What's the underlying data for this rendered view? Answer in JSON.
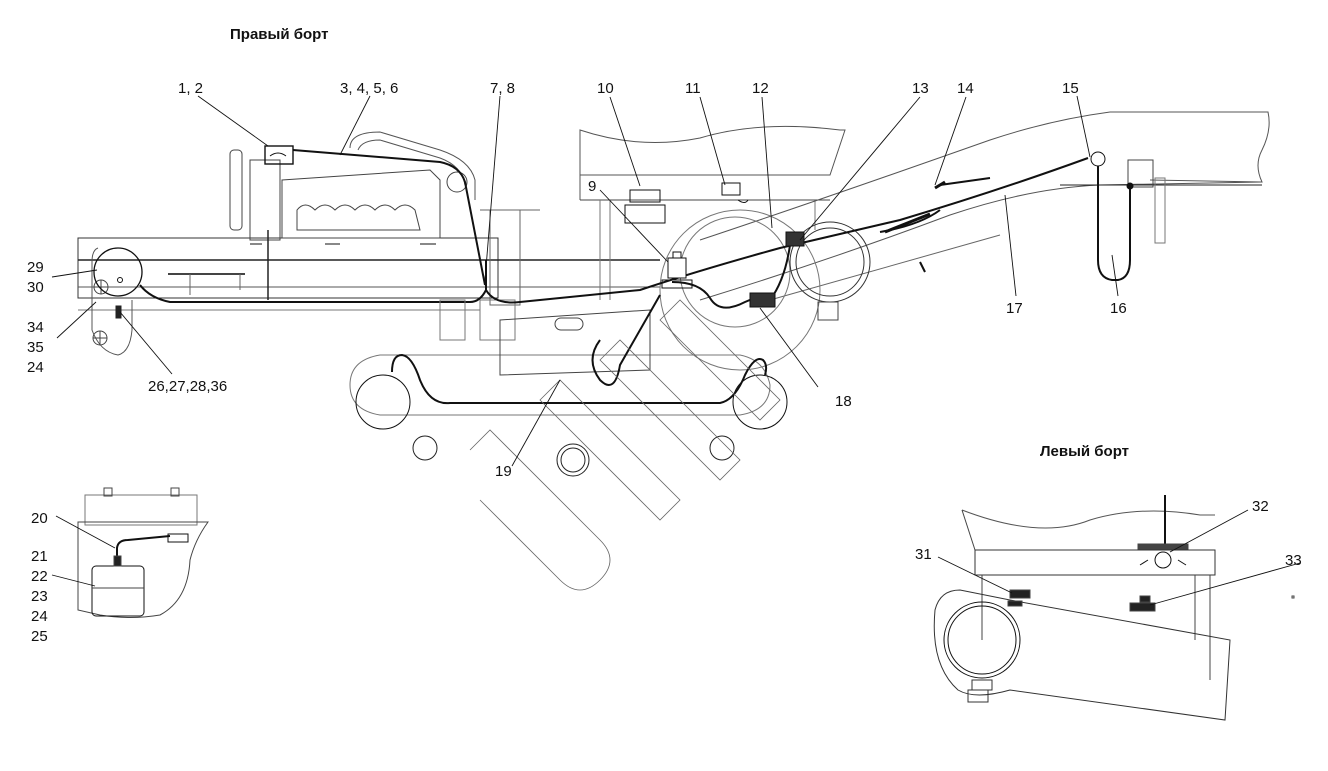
{
  "titles": {
    "right_side": "Правый борт",
    "left_side": "Левый борт"
  },
  "callouts": {
    "c1": "1, 2",
    "c3": "3, 4, 5, 6",
    "c7": "7, 8",
    "c9": "9",
    "c10": "10",
    "c11": "11",
    "c12": "12",
    "c13": "13",
    "c14": "14",
    "c15": "15",
    "c16": "16",
    "c17": "17",
    "c18": "18",
    "c19": "19",
    "c20": "20",
    "c26": "26,27,28,36",
    "c31": "31",
    "c32": "32",
    "c33": "33"
  },
  "stacks": {
    "s29": [
      "29",
      "30"
    ],
    "s34": [
      "34",
      "35",
      "24"
    ],
    "s21": [
      "21",
      "22",
      "23",
      "24",
      "25"
    ]
  }
}
